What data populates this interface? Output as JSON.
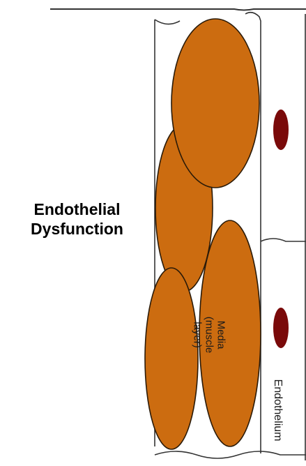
{
  "title_lines": [
    "Endothelial",
    "Dysfunction"
  ],
  "media_label_lines": [
    "Media",
    "(muscle",
    "layer)"
  ],
  "endothelium_label": "Endothelium",
  "colors": {
    "muscle_cell_fill": "#CC6C10",
    "muscle_cell_stroke": "#2a1a08",
    "endothelial_nucleus": "#7A0A0A",
    "line": "#333333"
  }
}
